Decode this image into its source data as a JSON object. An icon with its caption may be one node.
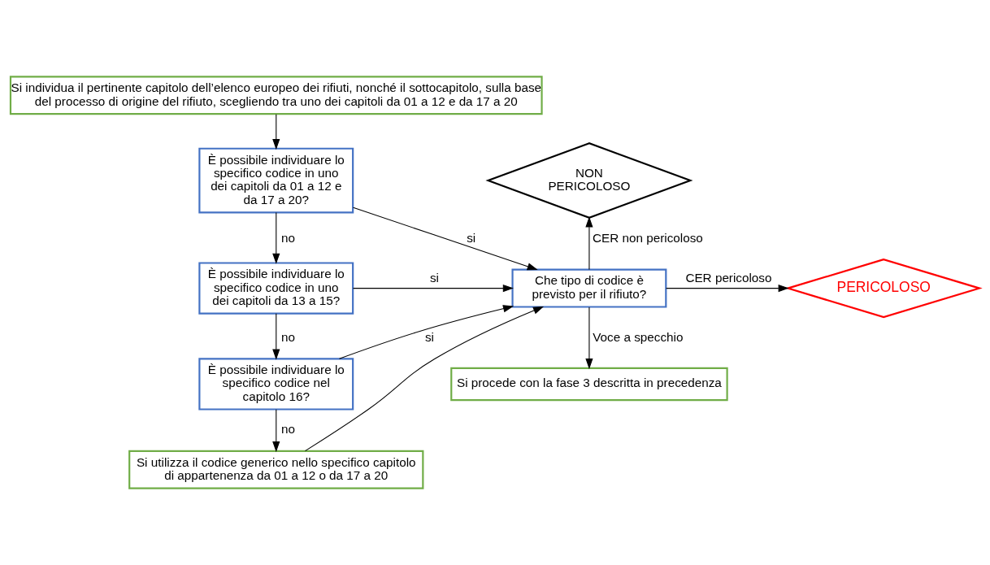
{
  "diagram": {
    "nodes": [
      {
        "text": [
          "Si individua il pertinente capitolo dell’elenco europeo dei rifiuti, nonché il sottocapitolo, sulla base del processo di origine del rifiuto, scegliendo tra uno dei capitoli da 01 a 12 e da 17 a 20"
        ]
      },
      {
        "text": [
          "È possibile individuare lo specifico codice in uno dei capitoli da 01 a 12 e da 17 a 20?"
        ]
      },
      {
        "text": [
          "È possibile individuare lo specifico codice in uno dei capitoli da 13 a 15?"
        ]
      },
      {
        "text": [
          "È possibile individuare lo specifico codice nel capitolo 16?"
        ]
      },
      {
        "text": [
          "Si utilizza il codice generico nello specifico capitolo di appartenenza da 01 a 12 o da 17 a 20"
        ]
      },
      {
        "text": [
          "Che tipo di codice è previsto per il rifiuto?"
        ]
      },
      {
        "text": [
          "NON PERICOLOSO"
        ]
      },
      {
        "text": [
          "PERICOLOSO"
        ]
      },
      {
        "text": [
          "Si procede con la fase 3 descritta in precedenza"
        ]
      }
    ],
    "edges": [
      {
        "from": 0,
        "to": 1,
        "arrow": "to"
      },
      {
        "from": 1,
        "to": 2,
        "arrow": "to",
        "label": "no"
      },
      {
        "from": 2,
        "to": 3,
        "arrow": "to",
        "label": "no"
      },
      {
        "from": 3,
        "to": 4,
        "arrow": "to",
        "label": "no"
      },
      {
        "from": 1,
        "to": 5,
        "arrow": "to",
        "label": "si"
      },
      {
        "from": 2,
        "to": 5,
        "arrow": "to",
        "label": "si"
      },
      {
        "from": 3,
        "to": 5,
        "arrow": "to",
        "label": "si"
      },
      {
        "from": 4,
        "to": 5,
        "arrow": "to"
      },
      {
        "from": 5,
        "to": 6,
        "arrow": "to",
        "label": "CER non pericoloso"
      },
      {
        "from": 5,
        "to": 7,
        "arrow": "to",
        "label": "CER pericoloso"
      },
      {
        "from": 5,
        "to": 8,
        "arrow": "to",
        "label": "Voce a specchio"
      }
    ]
  }
}
